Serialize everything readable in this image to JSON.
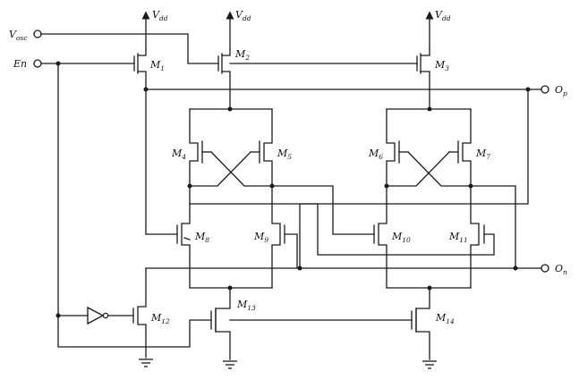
{
  "supply_label": "V",
  "supply_sub": "dd",
  "inputs": {
    "vosc": {
      "main": "V",
      "sub": "osc"
    },
    "en": {
      "main": "En",
      "sub": ""
    }
  },
  "outputs": {
    "op": {
      "main": "O",
      "sub": "p"
    },
    "on": {
      "main": "O",
      "sub": "n"
    }
  },
  "transistors": [
    {
      "id": "m1",
      "label": "M",
      "sub": "1"
    },
    {
      "id": "m2",
      "label": "M",
      "sub": "2"
    },
    {
      "id": "m3",
      "label": "M",
      "sub": "3"
    },
    {
      "id": "m4",
      "label": "M",
      "sub": "4"
    },
    {
      "id": "m5",
      "label": "M",
      "sub": "5"
    },
    {
      "id": "m6",
      "label": "M",
      "sub": "6"
    },
    {
      "id": "m7",
      "label": "M",
      "sub": "7"
    },
    {
      "id": "m8",
      "label": "M",
      "sub": "8"
    },
    {
      "id": "m9",
      "label": "M",
      "sub": "9"
    },
    {
      "id": "m10",
      "label": "M",
      "sub": "10"
    },
    {
      "id": "m11",
      "label": "M",
      "sub": "11"
    },
    {
      "id": "m12",
      "label": "M",
      "sub": "12"
    },
    {
      "id": "m13",
      "label": "M",
      "sub": "13"
    },
    {
      "id": "m14",
      "label": "M",
      "sub": "14"
    }
  ]
}
